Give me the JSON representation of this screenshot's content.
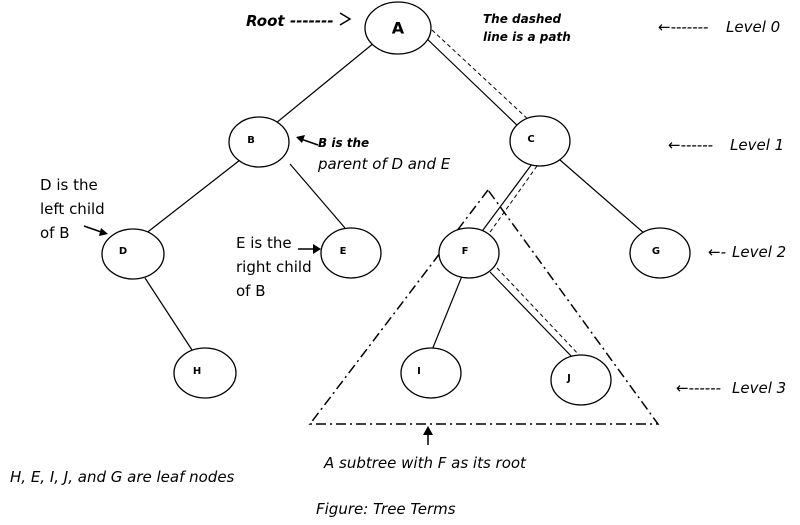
{
  "nodes": {
    "A": "A",
    "B": "B",
    "C": "C",
    "D": "D",
    "E": "E",
    "F": "F",
    "G": "G",
    "H": "H",
    "I": "I",
    "J": "J"
  },
  "labels": {
    "root": "Root",
    "root_arrow": "-------",
    "dashed_note": [
      "The dashed",
      "line is a path"
    ],
    "b_parent": [
      "B is the",
      "parent of D and E"
    ],
    "d_left": [
      "D is the",
      "left child",
      "of B"
    ],
    "e_right": [
      "E is the",
      "right child",
      "of B"
    ],
    "subtree": "A subtree with F as its root",
    "leaf_nodes": "H, E, I, J, and G are leaf nodes",
    "figure_caption": "Figure: Tree Terms"
  },
  "levels": [
    "Level 0",
    "Level 1",
    "Level 2",
    "Level 3"
  ],
  "level_arrows": [
    "←-------",
    "←------",
    "←-",
    "←------"
  ]
}
